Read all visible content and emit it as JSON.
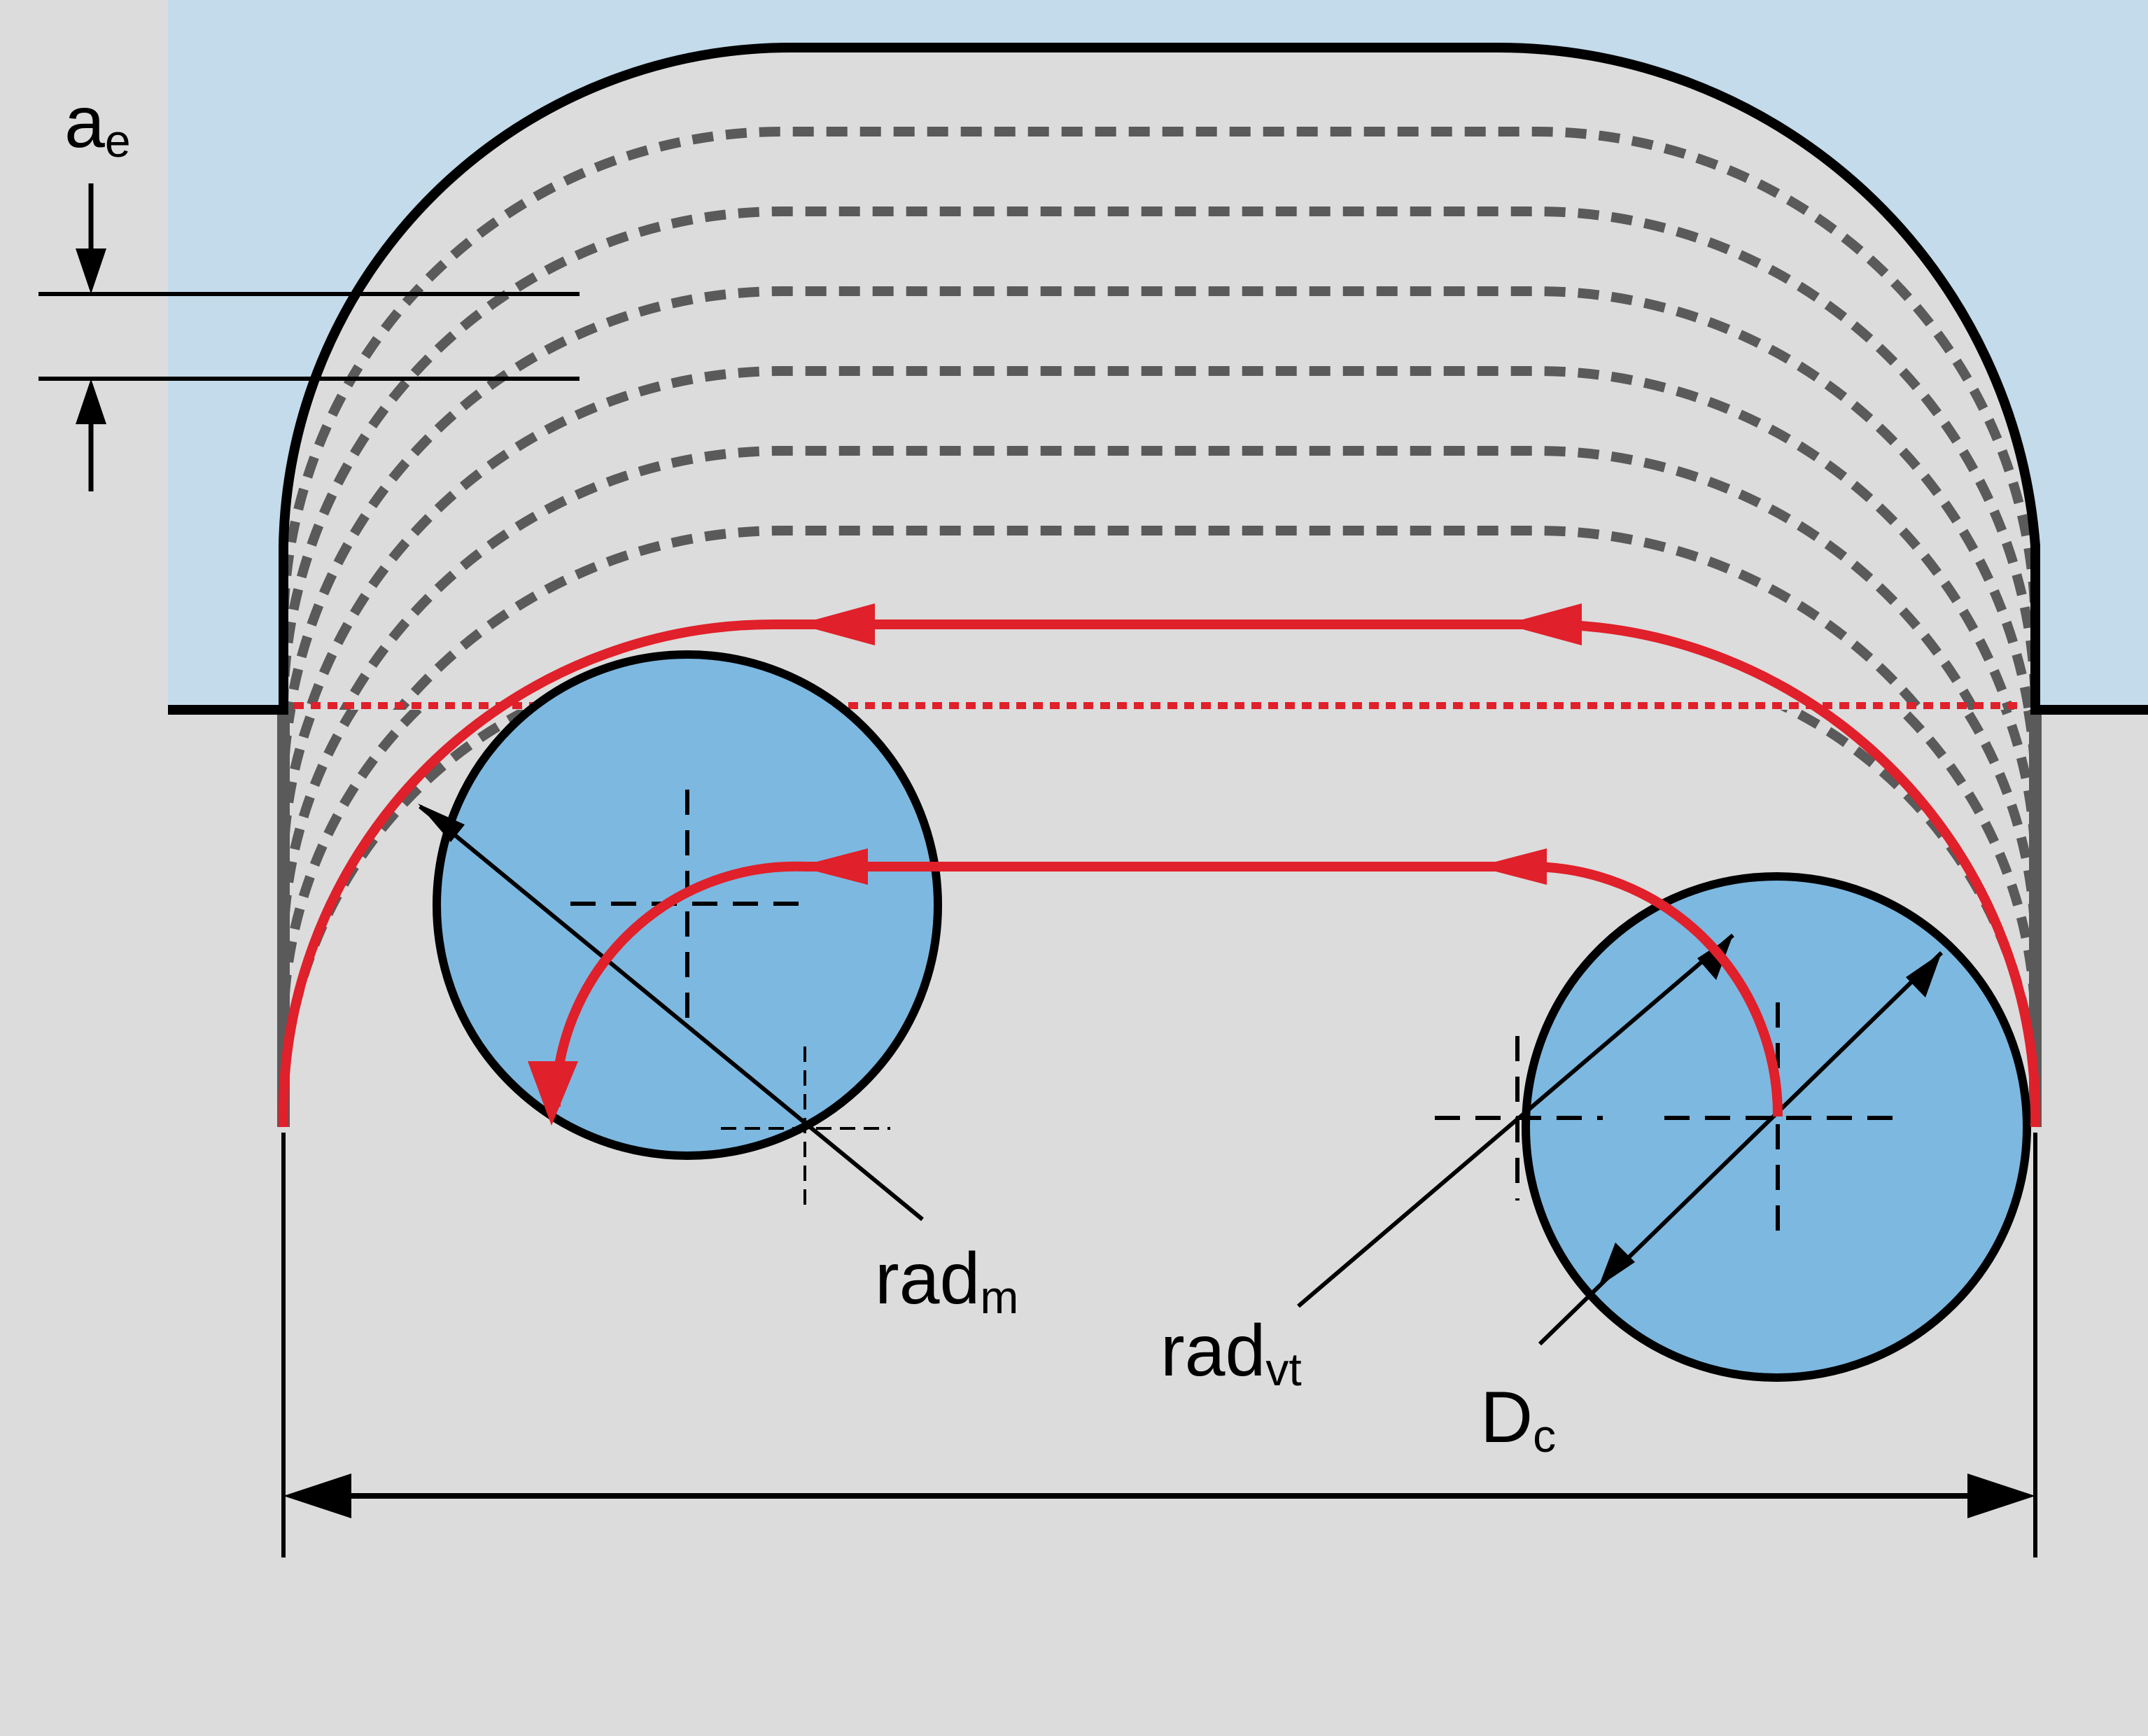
{
  "labels": {
    "ae": {
      "main": "a",
      "sub": "e"
    },
    "radm": {
      "main": "rad",
      "sub": "m"
    },
    "radvt": {
      "main": "rad",
      "sub": "vt"
    },
    "dc": {
      "main": "D",
      "sub": "c"
    }
  },
  "colors": {
    "background": "#dcdcdc",
    "workpiece": "#c3dbea",
    "cutter": "#7db8e0",
    "toolpath": "#e0202a",
    "previous_passes": "#5a5a5a",
    "outline": "#000000"
  }
}
